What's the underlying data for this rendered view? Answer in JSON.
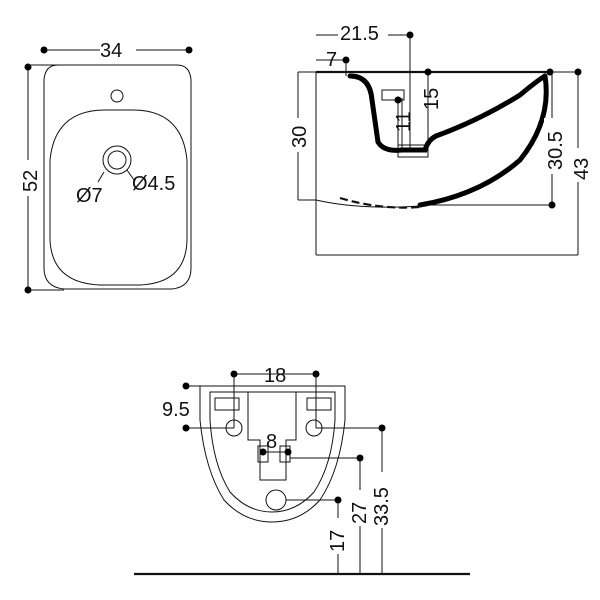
{
  "top_view": {
    "width": "34",
    "depth": "52",
    "drain_outer": "Ø7",
    "drain_inner": "Ø4.5"
  },
  "side_view": {
    "tap_depth": "21.5",
    "rim_inset": "7",
    "dim_11": "11",
    "dim_15": "15",
    "height_30": "30",
    "height_30_5": "30.5",
    "height_43": "43"
  },
  "back_view": {
    "fixing_spacing": "18",
    "fixing_height": "9.5",
    "inlet_spacing": "8",
    "dim_17": "17",
    "dim_27": "27",
    "dim_33_5": "33.5"
  }
}
